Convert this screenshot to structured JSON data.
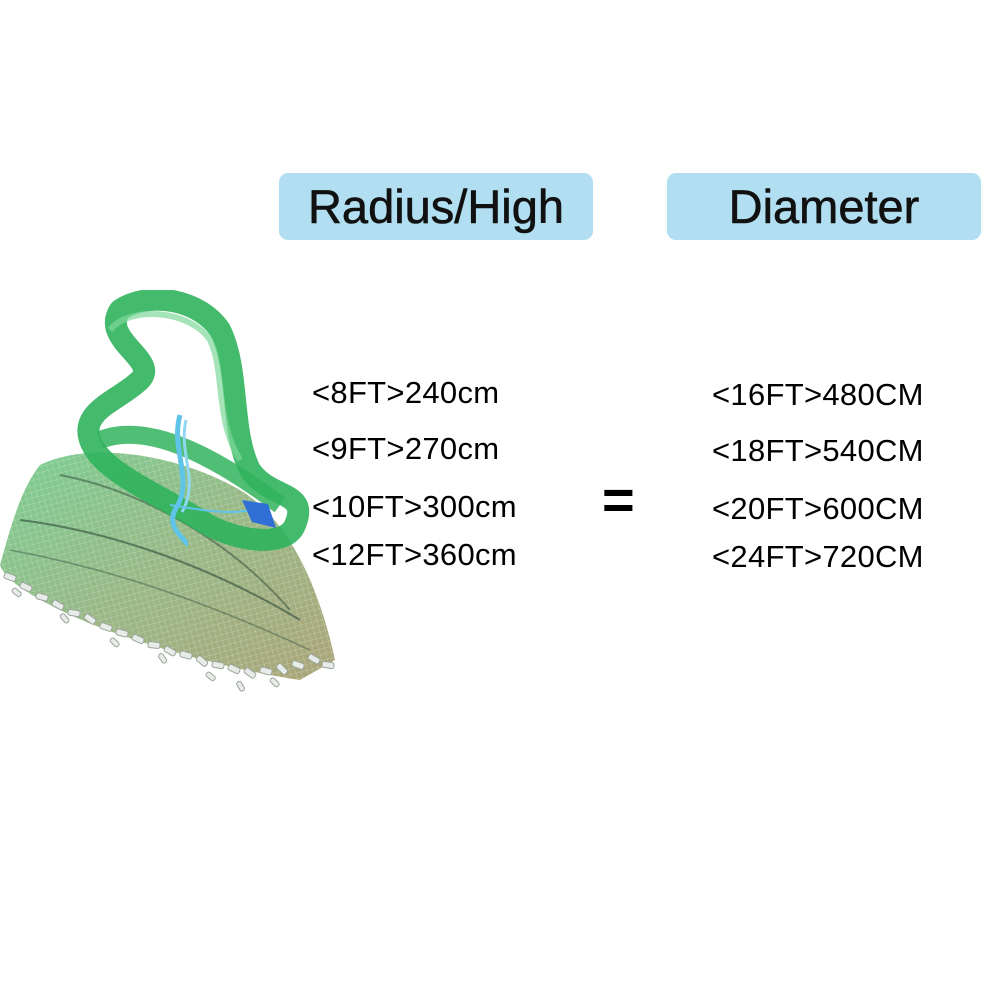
{
  "headers": {
    "radius": "Radius/High",
    "diameter": "Diameter"
  },
  "equals": "=",
  "radius_sizes": [
    "<8FT>240cm",
    "<9FT>270cm",
    "<10FT>300cm",
    "<12FT>360cm"
  ],
  "diameter_sizes": [
    "<16FT>480CM",
    "<18FT>540CM",
    "<20FT>600CM",
    "<24FT>720CM"
  ],
  "colors": {
    "badge_background": "#b1def0",
    "net_green": "#3fb86a",
    "rope_blue": "#5fc4e8",
    "float_blue": "#2f6fd6"
  },
  "image": {
    "subject": "cast-net-icon"
  }
}
